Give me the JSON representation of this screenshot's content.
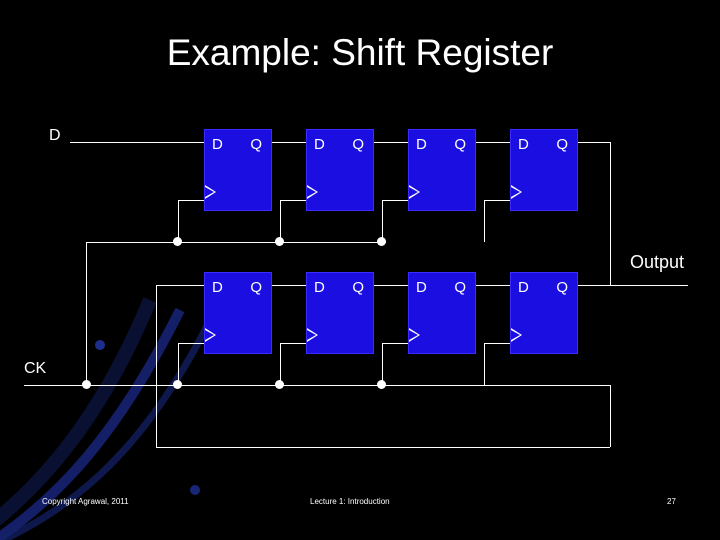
{
  "slide": {
    "title": "Example: Shift Register",
    "background_color": "#000000",
    "accent_color": "#1a0fe0"
  },
  "labels": {
    "input_d": "D",
    "clock": "CK",
    "output": "Output"
  },
  "flipflops": [
    {
      "id": "ff-r1-c1",
      "d": "D",
      "q": "Q"
    },
    {
      "id": "ff-r1-c2",
      "d": "D",
      "q": "Q"
    },
    {
      "id": "ff-r1-c3",
      "d": "D",
      "q": "Q"
    },
    {
      "id": "ff-r1-c4",
      "d": "D",
      "q": "Q"
    },
    {
      "id": "ff-r2-c1",
      "d": "D",
      "q": "Q"
    },
    {
      "id": "ff-r2-c2",
      "d": "D",
      "q": "Q"
    },
    {
      "id": "ff-r2-c3",
      "d": "D",
      "q": "Q"
    },
    {
      "id": "ff-r2-c4",
      "d": "D",
      "q": "Q"
    }
  ],
  "footer": {
    "left": "Copyright Agrawal, 2011",
    "center": "Lecture 1: Introduction",
    "page": "27"
  }
}
